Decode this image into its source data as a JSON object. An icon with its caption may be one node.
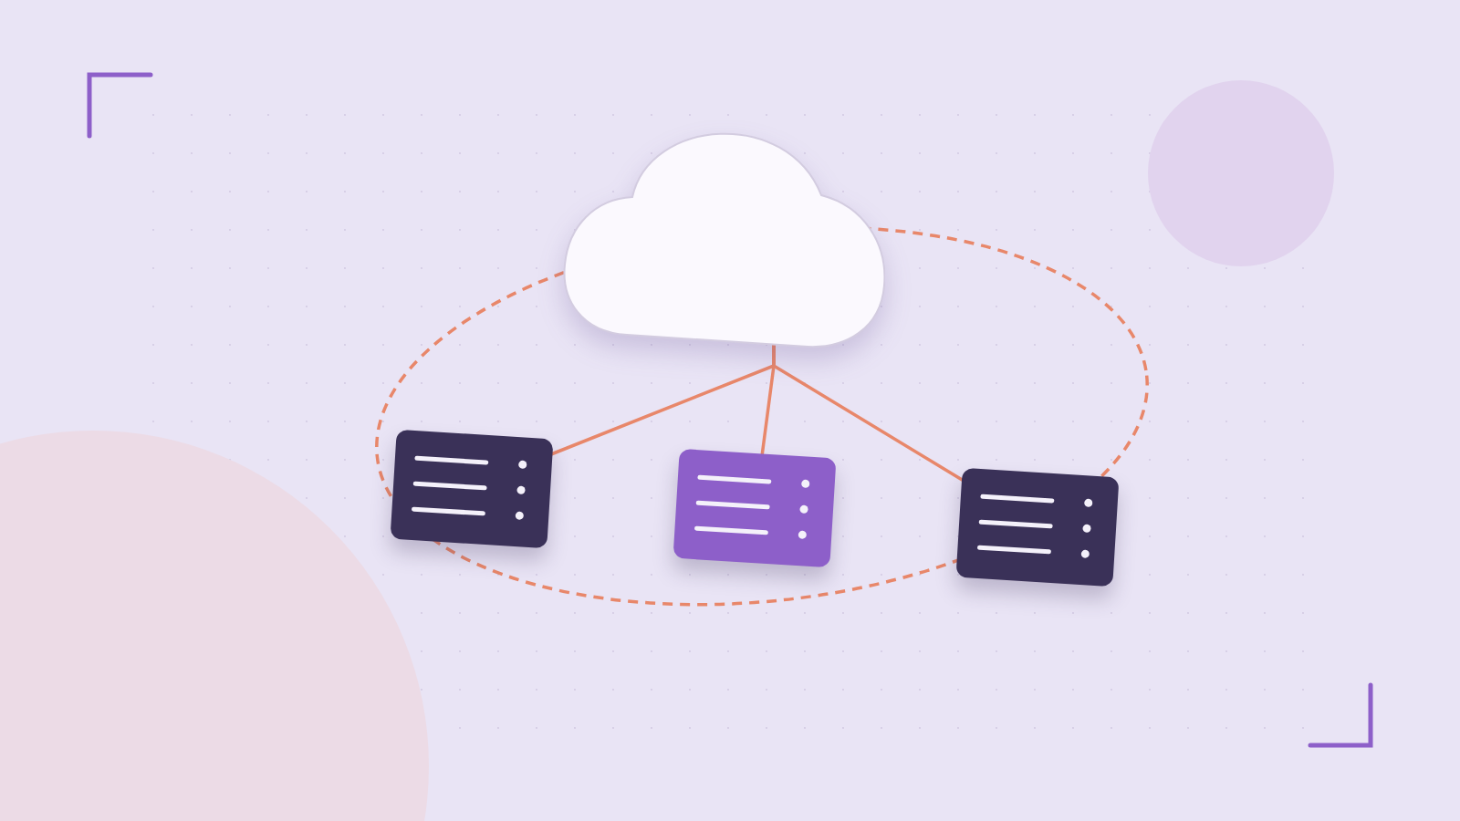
{
  "diagram": {
    "nodes": [
      {
        "text": [],
        "shape": "cloud"
      },
      {
        "text": [],
        "shape": "server"
      },
      {
        "text": [],
        "shape": "server"
      },
      {
        "text": [],
        "shape": "server"
      }
    ],
    "edges": [
      {
        "from": 0,
        "to": 1,
        "arrow": "none"
      },
      {
        "from": 0,
        "to": 2,
        "arrow": "none"
      },
      {
        "from": 0,
        "to": 3,
        "arrow": "none"
      }
    ]
  }
}
